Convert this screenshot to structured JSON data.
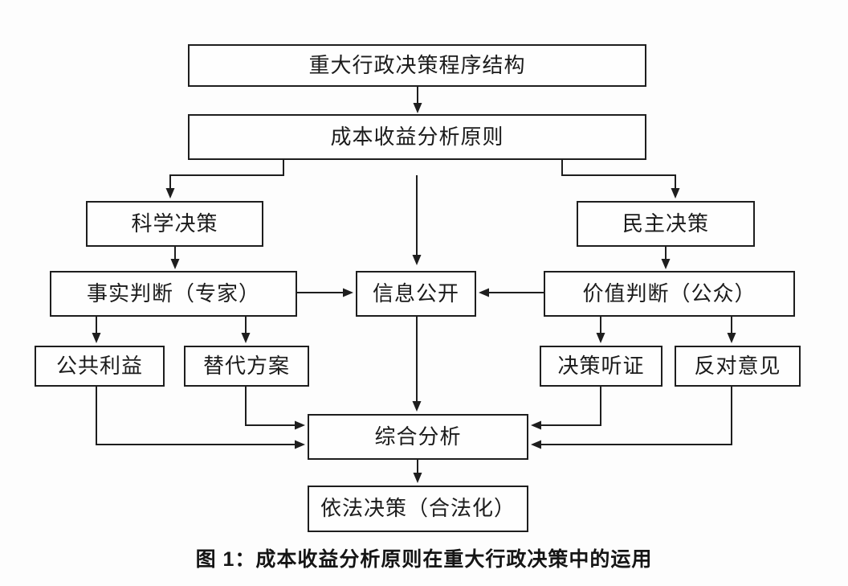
{
  "figure": {
    "caption": "图 1：成本收益分析原则在重大行政决策中的运用"
  },
  "colors": {
    "background": "#fdfdfd",
    "box_fill": "#fefefe",
    "line": "#1e1e1e",
    "text": "#1b1b1b"
  },
  "nodes": {
    "procedure_structure": {
      "label": "重大行政决策程序结构"
    },
    "cost_benefit_principle": {
      "label": "成本收益分析原则"
    },
    "scientific_decision": {
      "label": "科学决策"
    },
    "democratic_decision": {
      "label": "民主决策"
    },
    "fact_judgment": {
      "label": "事实判断（专家）"
    },
    "information_disclosure": {
      "label": "信息公开"
    },
    "value_judgment": {
      "label": "价值判断（公众）"
    },
    "public_interest": {
      "label": "公共利益"
    },
    "alternative_plans": {
      "label": "替代方案"
    },
    "decision_hearing": {
      "label": "决策听证"
    },
    "opposing_opinions": {
      "label": "反对意见"
    },
    "comprehensive_analysis": {
      "label": "综合分析"
    },
    "lawful_decision": {
      "label": "依法决策（合法化）"
    }
  },
  "edges": [
    {
      "from": "procedure_structure",
      "to": "cost_benefit_principle"
    },
    {
      "from": "cost_benefit_principle",
      "to": "scientific_decision"
    },
    {
      "from": "cost_benefit_principle",
      "to": "information_disclosure"
    },
    {
      "from": "cost_benefit_principle",
      "to": "democratic_decision"
    },
    {
      "from": "scientific_decision",
      "to": "fact_judgment"
    },
    {
      "from": "democratic_decision",
      "to": "value_judgment"
    },
    {
      "from": "fact_judgment",
      "to": "information_disclosure"
    },
    {
      "from": "value_judgment",
      "to": "information_disclosure"
    },
    {
      "from": "fact_judgment",
      "to": "public_interest"
    },
    {
      "from": "fact_judgment",
      "to": "alternative_plans"
    },
    {
      "from": "value_judgment",
      "to": "decision_hearing"
    },
    {
      "from": "value_judgment",
      "to": "opposing_opinions"
    },
    {
      "from": "information_disclosure",
      "to": "comprehensive_analysis"
    },
    {
      "from": "alternative_plans",
      "to": "comprehensive_analysis"
    },
    {
      "from": "public_interest",
      "to": "comprehensive_analysis"
    },
    {
      "from": "decision_hearing",
      "to": "comprehensive_analysis"
    },
    {
      "from": "opposing_opinions",
      "to": "comprehensive_analysis"
    },
    {
      "from": "comprehensive_analysis",
      "to": "lawful_decision"
    }
  ]
}
